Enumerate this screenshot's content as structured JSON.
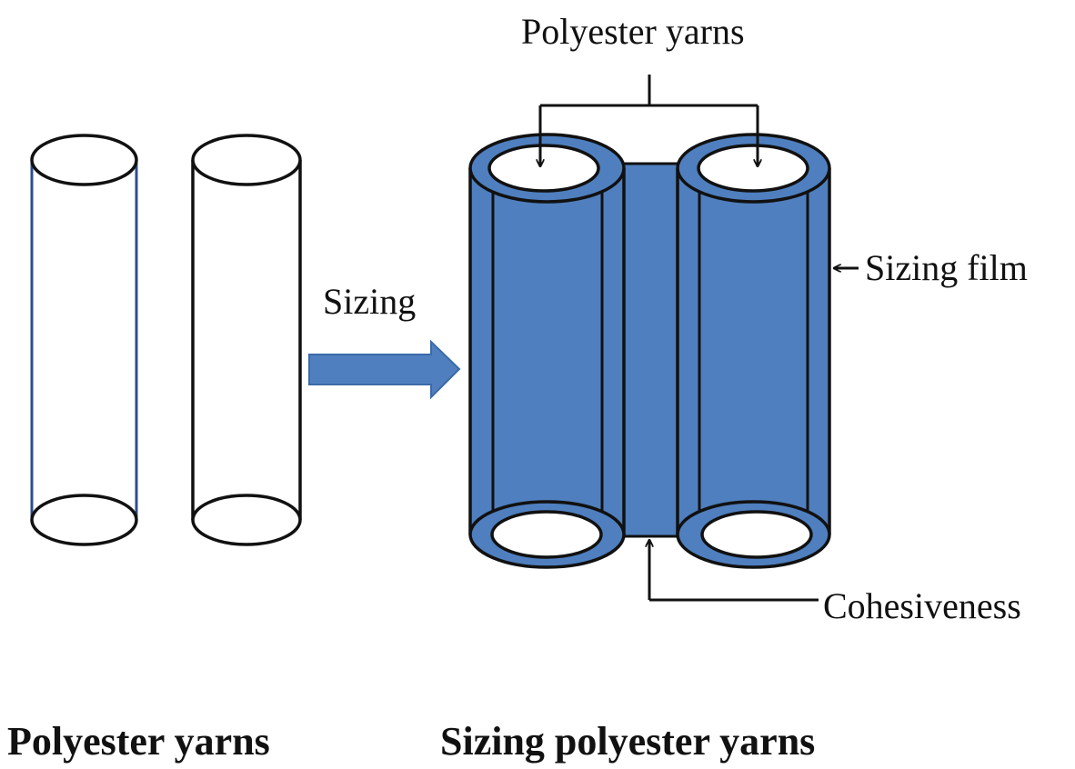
{
  "labels": {
    "top_yarns": "Polyester yarns",
    "sizing_arrow": "Sizing",
    "sizing_film": "Sizing film",
    "cohesiveness": "Cohesiveness",
    "caption_left": "Polyester yarns",
    "caption_right": "Sizing polyester yarns"
  },
  "colors": {
    "film_fill": "#4f7fbe",
    "arrow_fill": "#4f7fbe",
    "arrow_stroke": "#3b6aa8",
    "outline": "#111111",
    "left_yarn_edge": "#2f4e8f"
  }
}
